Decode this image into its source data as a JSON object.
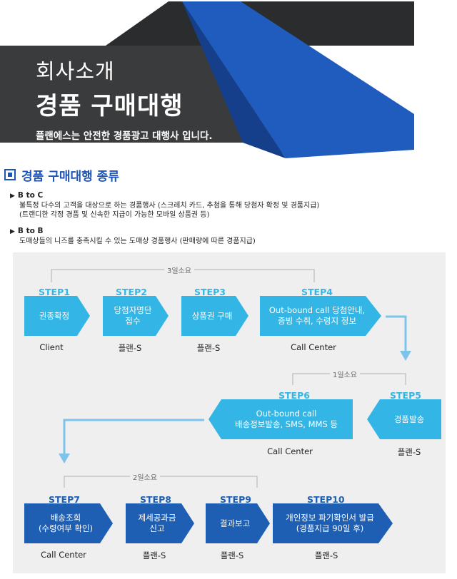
{
  "header": {
    "subtitle": "회사소개",
    "title": "경품 구매대행",
    "tagline": "플랜에스는 안전한 경품광고 대행사 입니다."
  },
  "section": {
    "title": "경품 구매대행 종류",
    "types": [
      {
        "name": "B to C",
        "lines": [
          "불특정 다수의 고객을 대상으로 하는 경품행사 (스크레치 카드, 추첨을 통해 당첨자 확정 및 경품지급)",
          "(트랜디한 각정 경품 및 신속한 지급이 가능한 모바일 상품권 등)"
        ]
      },
      {
        "name": "B to B",
        "lines": [
          "도매상들의 니즈를 충족시킬 수 있는 도매상 경품행사 (판매량에 따른 경품지급)"
        ]
      }
    ]
  },
  "flow": {
    "durations": {
      "d1": "3일소요",
      "d2": "1일소요",
      "d3": "2일소요"
    },
    "steps": [
      {
        "label": "STEP1",
        "text": "권종확정",
        "actor": "Client"
      },
      {
        "label": "STEP2",
        "text": "당첨자명단\n접수",
        "actor": "플랜-S"
      },
      {
        "label": "STEP3",
        "text": "상품권 구매",
        "actor": "플랜-S"
      },
      {
        "label": "STEP4",
        "text": "Out-bound call 당첨안내,\n증빙 수취, 수령지 정보",
        "actor": "Call Center"
      },
      {
        "label": "STEP5",
        "text": "경품발송",
        "actor": "플랜-S"
      },
      {
        "label": "STEP6",
        "text": "Out-bound call\n배송정보발송, SMS, MMS 등",
        "actor": "Call Center"
      },
      {
        "label": "STEP7",
        "text": "배송조회\n(수령여부 확인)",
        "actor": "Call Center"
      },
      {
        "label": "STEP8",
        "text": "제세공과금\n신고",
        "actor": "플랜-S"
      },
      {
        "label": "STEP9",
        "text": "결과보고",
        "actor": "플랜-S"
      },
      {
        "label": "STEP10",
        "text": "개인정보 파기확인서 발급\n(경품지급 90일 후)",
        "actor": "플랜-S"
      }
    ],
    "colors": {
      "cyan": "#33b6e6",
      "blue": "#1e5fb3",
      "arrow": "#7ec3ea",
      "bracket": "#b0b0b0"
    }
  }
}
